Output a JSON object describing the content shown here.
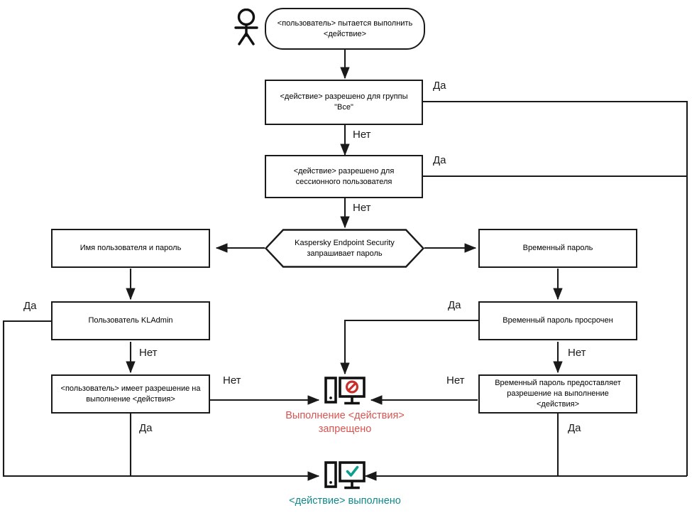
{
  "diagram": {
    "title": "Kaspersky Endpoint Security password-protection decision flow",
    "type": "flowchart",
    "colors": {
      "stroke": "#1a1a1a",
      "deny_text": "#d9534f",
      "deny_icon": "#c9302c",
      "allow_text": "#0f8a8a",
      "allow_icon": "#0f9d8e",
      "background": "#ffffff"
    },
    "actor": {
      "icon": "person-icon"
    },
    "nodes": {
      "start": "<пользователь> пытается выполнить <действие>",
      "allowed_everyone": "<действие> разрешено для группы \"Все\"",
      "allowed_session_user": "<действие> разрешено для сессионного пользователя",
      "kes_asks_password": "Kaspersky Endpoint Security запрашивает пароль",
      "username_password": "Имя пользователя и пароль",
      "temp_password": "Временный пароль",
      "kladmin_user": "Пользователь KLAdmin",
      "temp_password_expired": "Временный пароль просрочен",
      "user_has_permission": "<пользователь> имеет разрешение на выполнение <действия>",
      "temp_password_grants": "Временный пароль предоставляет разрешение на выполнение <действия>"
    },
    "terminals": {
      "denied": "Выполнение <действия> запрещено",
      "denied_line1": "Выполнение <действия>",
      "denied_line2": "запрещено",
      "allowed": "<действие> выполнено",
      "denied_icon": "computer-denied-icon",
      "allowed_icon": "computer-allowed-icon"
    },
    "edge_labels": {
      "yes": "Да",
      "no": "Нет"
    },
    "edges": [
      {
        "from": "start",
        "to": "allowed_everyone",
        "label": ""
      },
      {
        "from": "allowed_everyone",
        "to": "allowed",
        "label": "Да"
      },
      {
        "from": "allowed_everyone",
        "to": "allowed_session_user",
        "label": "Нет"
      },
      {
        "from": "allowed_session_user",
        "to": "allowed",
        "label": "Да"
      },
      {
        "from": "allowed_session_user",
        "to": "kes_asks_password",
        "label": "Нет"
      },
      {
        "from": "kes_asks_password",
        "to": "username_password",
        "label": ""
      },
      {
        "from": "kes_asks_password",
        "to": "temp_password",
        "label": ""
      },
      {
        "from": "username_password",
        "to": "kladmin_user",
        "label": ""
      },
      {
        "from": "kladmin_user",
        "to": "allowed",
        "label": "Да"
      },
      {
        "from": "kladmin_user",
        "to": "user_has_permission",
        "label": "Нет"
      },
      {
        "from": "user_has_permission",
        "to": "denied",
        "label": "Нет"
      },
      {
        "from": "user_has_permission",
        "to": "allowed",
        "label": "Да"
      },
      {
        "from": "temp_password",
        "to": "temp_password_expired",
        "label": ""
      },
      {
        "from": "temp_password_expired",
        "to": "denied",
        "label": "Да"
      },
      {
        "from": "temp_password_expired",
        "to": "temp_password_grants",
        "label": "Нет"
      },
      {
        "from": "temp_password_grants",
        "to": "denied",
        "label": "Нет"
      },
      {
        "from": "temp_password_grants",
        "to": "allowed",
        "label": "Да"
      }
    ]
  }
}
